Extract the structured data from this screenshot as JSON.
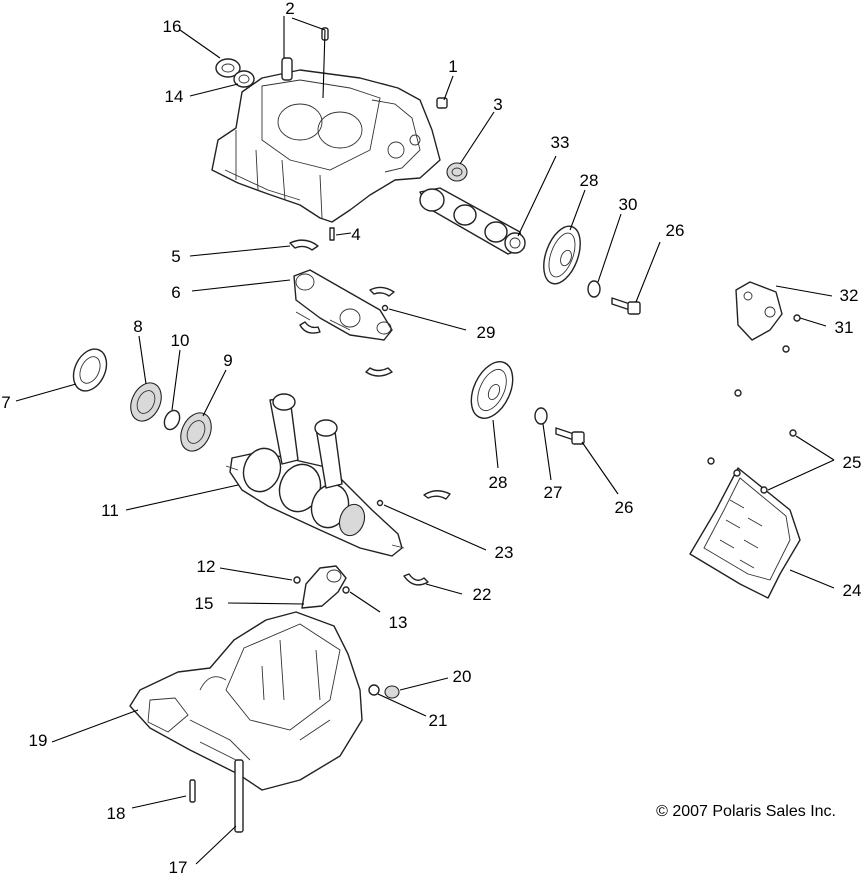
{
  "diagram": {
    "copyright": "© 2007 Polaris Sales Inc.",
    "callouts": [
      {
        "id": "c1",
        "label": "1"
      },
      {
        "id": "c2",
        "label": "2"
      },
      {
        "id": "c3",
        "label": "3"
      },
      {
        "id": "c4",
        "label": "4"
      },
      {
        "id": "c5",
        "label": "5"
      },
      {
        "id": "c6",
        "label": "6"
      },
      {
        "id": "c7",
        "label": "7"
      },
      {
        "id": "c8",
        "label": "8"
      },
      {
        "id": "c9",
        "label": "9"
      },
      {
        "id": "c10",
        "label": "10"
      },
      {
        "id": "c11",
        "label": "11"
      },
      {
        "id": "c12",
        "label": "12"
      },
      {
        "id": "c13",
        "label": "13"
      },
      {
        "id": "c14",
        "label": "14"
      },
      {
        "id": "c15",
        "label": "15"
      },
      {
        "id": "c16",
        "label": "16"
      },
      {
        "id": "c17",
        "label": "17"
      },
      {
        "id": "c18",
        "label": "18"
      },
      {
        "id": "c19",
        "label": "19"
      },
      {
        "id": "c20",
        "label": "20"
      },
      {
        "id": "c21",
        "label": "21"
      },
      {
        "id": "c22",
        "label": "22"
      },
      {
        "id": "c23",
        "label": "23"
      },
      {
        "id": "c24",
        "label": "24"
      },
      {
        "id": "c25",
        "label": "25"
      },
      {
        "id": "c26a",
        "label": "26"
      },
      {
        "id": "c26b",
        "label": "26"
      },
      {
        "id": "c27",
        "label": "27"
      },
      {
        "id": "c28a",
        "label": "28"
      },
      {
        "id": "c28b",
        "label": "28"
      },
      {
        "id": "c29",
        "label": "29"
      },
      {
        "id": "c30",
        "label": "30"
      },
      {
        "id": "c31",
        "label": "31"
      },
      {
        "id": "c32",
        "label": "32"
      },
      {
        "id": "c33",
        "label": "33"
      }
    ]
  }
}
